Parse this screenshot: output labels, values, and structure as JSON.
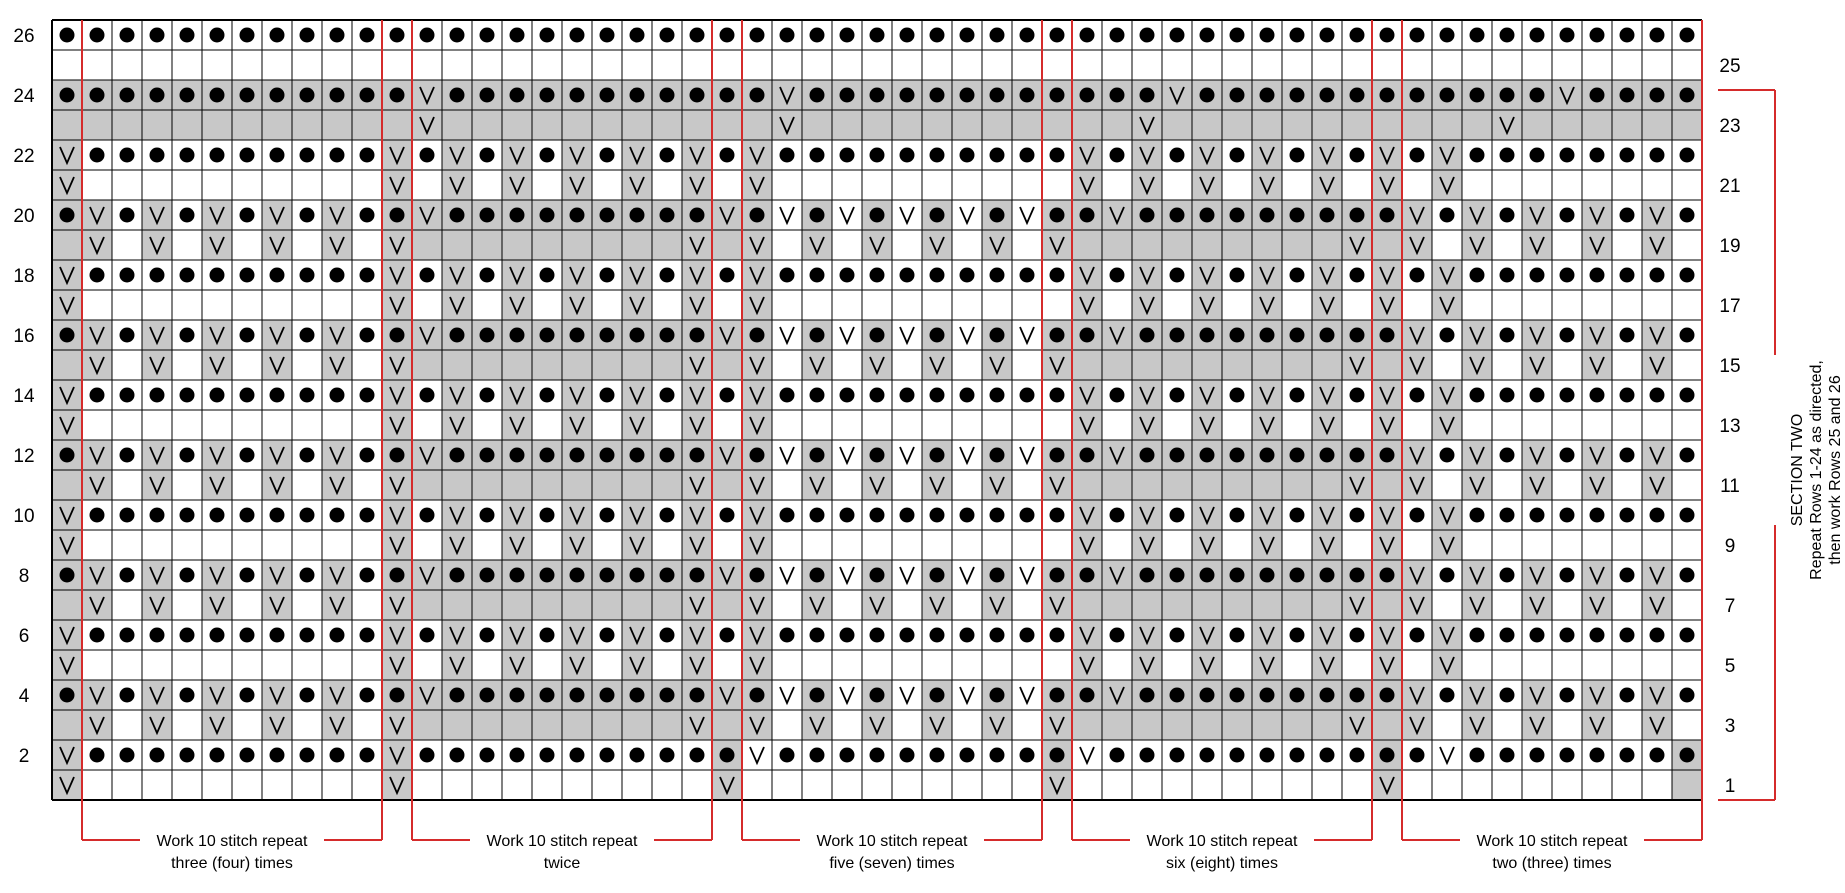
{
  "chart": {
    "rows": 26,
    "cols": 55,
    "left_row_numbers": [
      "26",
      "24",
      "22",
      "20",
      "18",
      "16",
      "14",
      "12",
      "10",
      "8",
      "6",
      "4",
      "2"
    ],
    "right_row_numbers": [
      "25",
      "23",
      "21",
      "19",
      "17",
      "15",
      "13",
      "11",
      "9",
      "7",
      "5",
      "3",
      "1"
    ],
    "grid_rows": [
      "DDDDDDDDDDDDDDDDDDDDDDDDDDDDDDDDDDDDDDDDDDDDDDDDDDDDDDDDD",
      ".......................................................",
      "DDDDDDDDDDDDVDDDDDDDDDDDVDDDDDDDDDDDDVDDDDDDDDDDDDVDDDDDDDDDDDD",
      "............V...........V...........V...........V............",
      "VDDDDDDDDDDVDVDVDVDVDVDVDDDDDDDDDDVDVDVDVDVDVDVDDDDDDDDDDV",
      "V..........V.V.V.V.V.V.V..........V.V.V.V.V.V.V..........V",
      "DVDVDVDVDVDDVDDDDDDDDDVDVDVDVDVDVDDVDDDDDDDDDVDVDVDVDVDVDD",
      ".V.V.V.V.V.V.........V.V.V.V.V.V.V.........V.V.V.V.V.V.",
      "VDDDDDDDDDDVDVDVDVDVDVDVDDDDDDDDDDVDVDVDVDVDVDVDDDDDDDDDDV",
      "V..........V.V.V.V.V.V.V..........V.V.V.V.V.V.V..........V",
      "DVDVDVDVDVDDVDDDDDDDDDVDVDVDVDVDVDDVDDDDDDDDDVDVDVDVDVDVDD",
      ".V.V.V.V.V.V.........V.V.V.V.V.V.V.........V.V.V.V.V.V.",
      "VDDDDDDDDDDVDVDVDVDVDVDVDDDDDDDDDDVDVDVDVDVDVDVDDDDDDDDDDV",
      "V..........V.V.V.V.V.V.V..........V.V.V.V.V.V.V..........V",
      "DVDVDVDVDVDDVDDDDDDDDDVDVDVDVDVDVDDVDDDDDDDDDVDVDVDVDVDVDD",
      ".V.V.V.V.V.V.........V.V.V.V.V.V.V.........V.V.V.V.V.V.",
      "VDDDDDDDDDDVDVDVDVDVDVDVDDDDDDDDDDVDVDVDVDVDVDVDDDDDDDDDDV",
      "V..........V.V.V.V.V.V.V..........V.V.V.V.V.V.V..........V",
      "DVDVDVDVDVDDVDDDDDDDDDVDVDVDVDVDVDDVDDDDDDDDDVDVDVDVDVDVDD",
      ".V.V.V.V.V.V.........V.V.V.V.V.V.V.........V.V.V.V.V.V.",
      "VDDDDDDDDDDVDVDVDVDVDVDVDDDDDDDDDDVDVDVDVDVDVDVDDDDDDDDDDV",
      "V..........V.V.V.V.V.V.V..........V.V.V.V.V.V.V..........V",
      "DVDVDVDVDVDDVDDDDDDDDDVDVDVDVDVDVDDVDDDDDDDDDVDVDVDVDVDVDD",
      ".V.V.V.V.V.V.........V.V.V.V.V.V.V.........V.V.V.V.V.V.",
      "VDDDDDDDDDDVDDDDDDDDDDDVDDDDDDDDDDVDDDDDDDDDDDVDDDDDDDDDDV",
      "V..........V..........V..........V..........V..........V"
    ],
    "shading_rows": [
      ".......................................................",
      ".......................................................",
      "SSSSSSSSSSSSSSSSSSSSSSSSSSSSSSSSSSSSSSSSSSSSSSSSSSSSSSS",
      "SSSSSSSSSSSSSSSSSSSSSSSSSSSSSSSSSSSSSSSSSSSSSSSSSSSSSSS",
      "S..........S.S.S.S.S.S.S..........S.S.S.S.S.S.S.........S",
      "S..........S.S.S.S.S.S.S..........S.S.S.S.S.S.S.........S",
      "SS.S.S.S.S.SSSSSSSSSSSSS.S.S.S.S.SSSSSSSSSSSSS.S.S.S.S.SS",
      "SS.S.S.S.S.SSSSSSSSSSSSS.S.S.S.S.SSSSSSSSSSSSS.S.S.S.S.SS",
      "S..........S.S.S.S.S.S.S..........S.S.S.S.S.S.S.........S",
      "S..........S.S.S.S.S.S.S..........S.S.S.S.S.S.S.........S",
      "SS.S.S.S.S.SSSSSSSSSSSSS.S.S.S.S.SSSSSSSSSSSSS.S.S.S.S.SS",
      "SS.S.S.S.S.SSSSSSSSSSSSS.S.S.S.S.SSSSSSSSSSSSS.S.S.S.S.SS",
      "S..........S.S.S.S.S.S.S..........S.S.S.S.S.S.S.........S",
      "S..........S.S.S.S.S.S.S..........S.S.S.S.S.S.S.........S",
      "SS.S.S.S.S.SSSSSSSSSSSSS.S.S.S.S.SSSSSSSSSSSSS.S.S.S.S.SS",
      "SS.S.S.S.S.SSSSSSSSSSSSS.S.S.S.S.SSSSSSSSSSSSS.S.S.S.S.SS",
      "S..........S.S.S.S.S.S.S..........S.S.S.S.S.S.S.........S",
      "S..........S.S.S.S.S.S.S..........S.S.S.S.S.S.S.........S",
      "SS.S.S.S.S.SSSSSSSSSSSSS.S.S.S.S.SSSSSSSSSSSSS.S.S.S.S.SS",
      "SS.S.S.S.S.SSSSSSSSSSSSS.S.S.S.S.SSSSSSSSSSSSS.S.S.S.S.SS",
      "S..........S.S.S.S.S.S.S..........S.S.S.S.S.S.S.........S",
      "S..........S.S.S.S.S.S.S..........S.S.S.S.S.S.S.........S",
      "SS.S.S.S.S.SSSSSSSSSSSSS.S.S.S.S.SSSSSSSSSSSSS.S.S.S.S.SS",
      "SS.S.S.S.S.SSSSSSSSSSSSS.S.S.S.S.SSSSSSSSSSSSS.S.S.S.S.SS",
      "S..........S..........S..........S..........S.........S",
      "S..........S..........S..........S..........S.........S"
    ]
  },
  "repeats": [
    {
      "line1": "Work 10 stitch repeat",
      "line2": "three (four) times"
    },
    {
      "line1": "Work 10 stitch repeat",
      "line2": "twice"
    },
    {
      "line1": "Work 10 stitch repeat",
      "line2": "five (seven) times"
    },
    {
      "line1": "Work 10 stitch repeat",
      "line2": "six (eight) times"
    },
    {
      "line1": "Work 10 stitch repeat",
      "line2": "two (three) times"
    }
  ],
  "section": {
    "title": "SECTION TWO",
    "line1": "Repeat Rows 1-24 as directed,",
    "line2": "then work Rows 25 and 26"
  },
  "colors": {
    "accent_red": "#d52b2b",
    "shade_gray": "#c8c8c8",
    "grid_line": "#000000"
  }
}
